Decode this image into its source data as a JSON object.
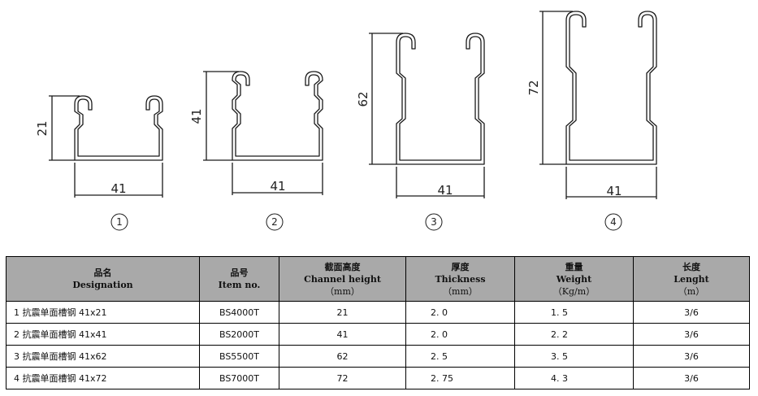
{
  "profiles": [
    {
      "number": "1",
      "height_label": "21",
      "width_label": "41"
    },
    {
      "number": "2",
      "height_label": "41",
      "width_label": "41"
    },
    {
      "number": "3",
      "height_label": "62",
      "width_label": "41"
    },
    {
      "number": "4",
      "height_label": "72",
      "width_label": "41"
    }
  ],
  "table": {
    "headers": [
      {
        "zh": "品名",
        "en": "Designation",
        "unit": ""
      },
      {
        "zh": "品号",
        "en": "Item no.",
        "unit": ""
      },
      {
        "zh": "截面高度",
        "en": "Channel height",
        "unit": "（mm）"
      },
      {
        "zh": "厚度",
        "en": "Thickness",
        "unit": "（mm）"
      },
      {
        "zh": "重量",
        "en": "Weight",
        "unit": "（Kg/m）"
      },
      {
        "zh": "长度",
        "en": "Lenght",
        "unit": "（m）"
      }
    ],
    "rows": [
      {
        "designation": "1  抗震单面槽钢  41x21",
        "item_no": "BS4000T",
        "height": "21",
        "thickness": "2. 0",
        "weight": "1. 5",
        "length": "3/6"
      },
      {
        "designation": "2  抗震单面槽钢  41x41",
        "item_no": "BS2000T",
        "height": "41",
        "thickness": "2. 0",
        "weight": "2. 2",
        "length": "3/6"
      },
      {
        "designation": "3  抗震单面槽钢  41x62",
        "item_no": "BS5500T",
        "height": "62",
        "thickness": "2. 5",
        "weight": "3. 5",
        "length": "3/6"
      },
      {
        "designation": "4  抗震单面槽钢  41x72",
        "item_no": "BS7000T",
        "height": "72",
        "thickness": "2. 75",
        "weight": "4. 3",
        "length": "3/6"
      }
    ]
  }
}
